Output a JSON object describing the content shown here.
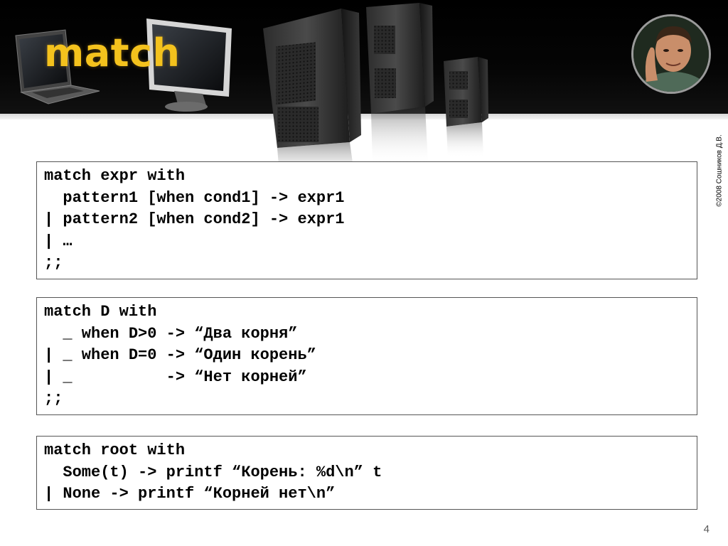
{
  "slide": {
    "title": "match",
    "copyright": "©2008 Сошников Д.В.",
    "page_number": "4"
  },
  "code_blocks": [
    {
      "lines": [
        "match expr with",
        "  pattern1 [when cond1] -> expr1",
        "| pattern2 [when cond2] -> expr1",
        "| …",
        ";;"
      ]
    },
    {
      "lines": [
        "match D with",
        "  _ when D>0 -> “Два корня”",
        "| _ when D=0 -> “Один корень”",
        "| _          -> “Нет корней”",
        ";;"
      ]
    },
    {
      "lines": [
        "match root with",
        "  Some(t) -> printf “Корень: %d\\n” t",
        "| None -> printf “Корней нет\\n”"
      ]
    }
  ],
  "images": {
    "header_decor": "computer-hardware-illustration",
    "portrait": "author-portrait"
  },
  "colors": {
    "title": "#f4c21d",
    "header_background": "#000000"
  }
}
